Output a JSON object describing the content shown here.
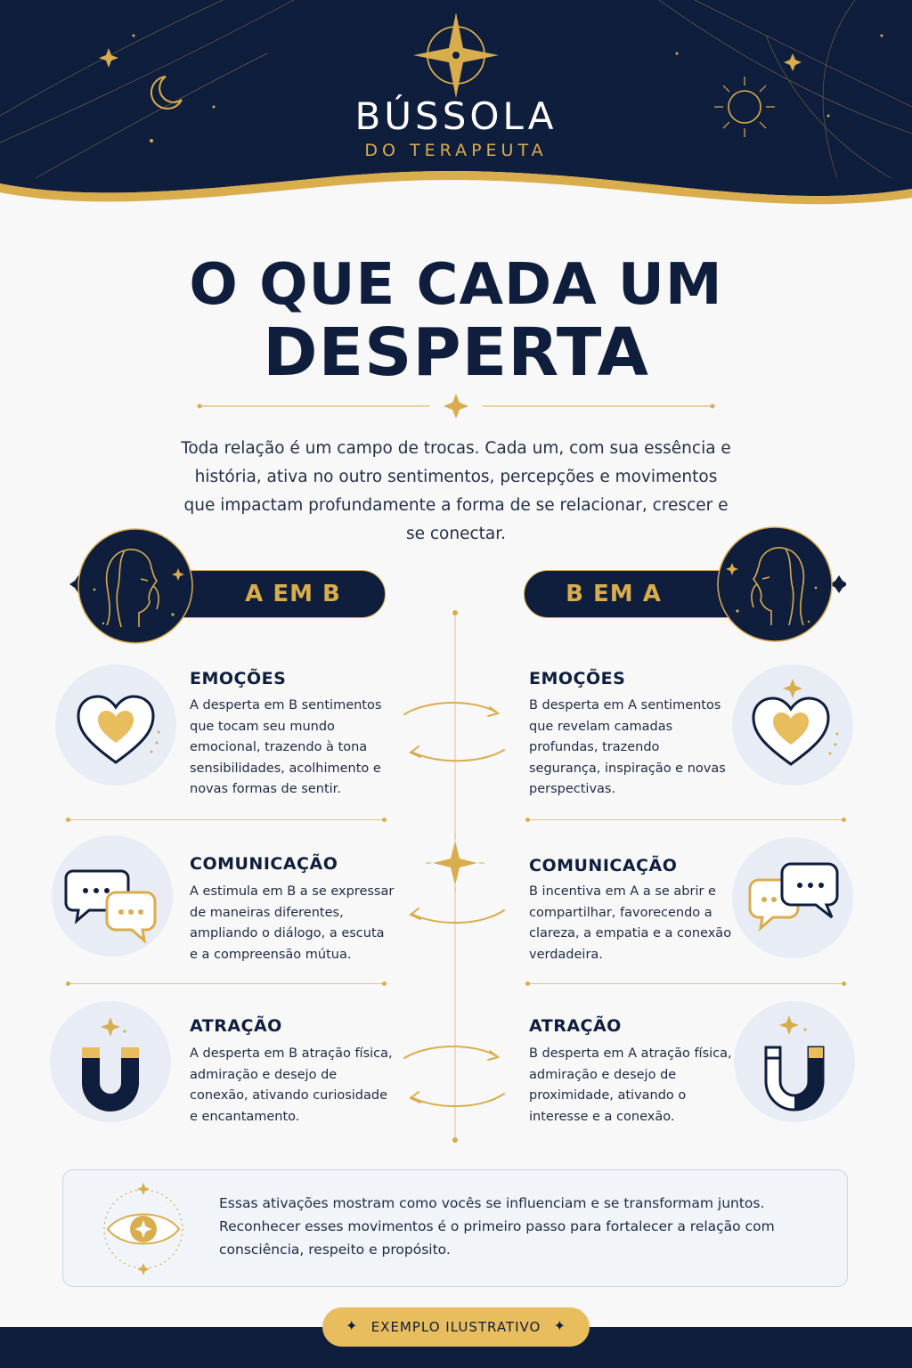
{
  "brand": {
    "title": "BÚSSOLA",
    "subtitle": "DO TERAPEUTA"
  },
  "main_title": {
    "line1": "O QUE CADA UM",
    "line2": "DESPERTA"
  },
  "intro": "Toda relação é um campo de trocas. Cada um, com sua essência e história, ativa no outro sentimentos, percepções e movimentos que impactam profundamente a forma de se relacionar, crescer e se conectar.",
  "left": {
    "label": "A EM B",
    "items": [
      {
        "title": "EMOÇÕES",
        "icon": "heart-icon",
        "desc": "A desperta em B sentimentos que tocam seu mundo emocional, trazendo à tona sensibilidades, acolhimento e novas formas de sentir."
      },
      {
        "title": "COMUNICAÇÃO",
        "icon": "chat-bubbles-icon",
        "desc": "A estimula em B a se expressar de maneiras diferentes, ampliando o diálogo, a escuta e a compreensão mútua."
      },
      {
        "title": "ATRAÇÃO",
        "icon": "magnet-icon",
        "desc": "A desperta em B atração física, admiração e desejo de conexão, ativando curiosidade e encantamento."
      }
    ]
  },
  "right": {
    "label": "B EM A",
    "items": [
      {
        "title": "EMOÇÕES",
        "icon": "heart-icon",
        "desc": "B desperta em A sentimentos que revelam camadas profundas, trazendo segurança, inspiração e novas perspectivas."
      },
      {
        "title": "COMUNICAÇÃO",
        "icon": "chat-bubbles-icon",
        "desc": "B incentiva em A a se abrir e compartilhar, favorecendo a clareza, a empatia e a conexão verdadeira."
      },
      {
        "title": "ATRAÇÃO",
        "icon": "magnet-icon",
        "desc": "B desperta em A atração física, admiração e desejo de proximidade, ativando o interesse e a conexão."
      }
    ]
  },
  "footer": {
    "text": "Essas ativações mostram como vocês se influenciam e se transformam juntos. Reconhecer esses movimentos é o primeiro passo para fortalecer a relação com consciência, respeito e propósito.",
    "badge": "EXEMPLO ILUSTRATIVO"
  },
  "colors": {
    "navy": "#0f1e3d",
    "gold": "#d9ad4c",
    "background": "#f8f8f9"
  }
}
